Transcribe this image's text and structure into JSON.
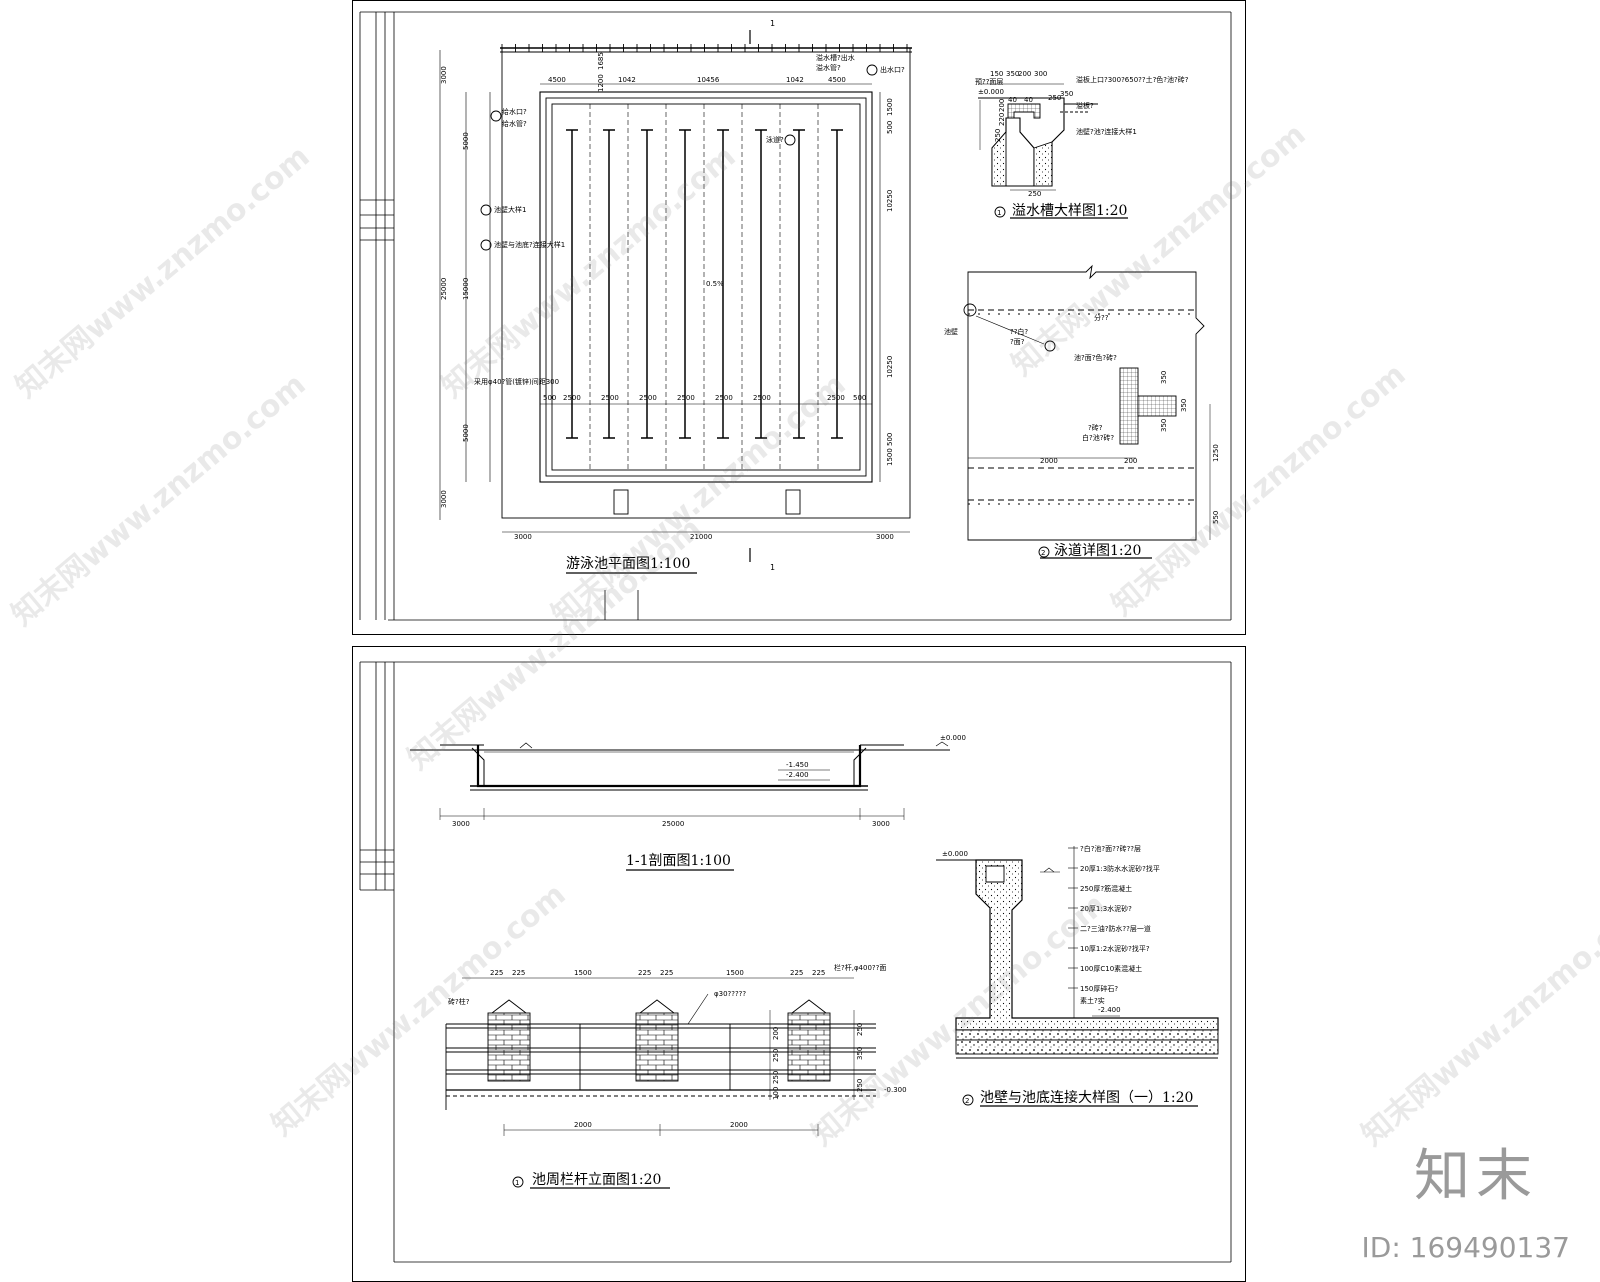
{
  "sheet1": {
    "plan": {
      "title": "游泳池平面图1:100",
      "section_marks": [
        "1",
        "1"
      ],
      "dims_bottom": [
        "3000",
        "21000",
        "3000"
      ],
      "dims_top": [
        "4500",
        "1042",
        "10456",
        "1042",
        "4500"
      ],
      "dims_top_small": [
        "1200",
        "1685"
      ],
      "dims_left": [
        "3000",
        "5000",
        "25000",
        "15000",
        "5000",
        "3000"
      ],
      "dims_right": [
        "1500",
        "500",
        "10250",
        "10250",
        "500",
        "1500"
      ],
      "lane_dims": [
        "500",
        "2500",
        "2500",
        "2500",
        "2500",
        "2500",
        "2500",
        "2500",
        "500"
      ],
      "slope": "0.5%",
      "notes": [
        "溢水槽?出水",
        "溢水管?",
        "出水口?",
        "给水口?",
        "给水管?",
        "池壁大样1",
        "池壁与池底?连接大样1",
        "采用φ40?管(镀锌)间距300",
        "泳道?"
      ]
    },
    "detail1": {
      "title": "溢水槽大样图1:20",
      "marker": "1",
      "dims": [
        "150",
        "350",
        "200",
        "300",
        "40",
        "40",
        "200",
        "220",
        "250",
        "250",
        "350",
        "250"
      ],
      "elev": "±0.000",
      "notes": [
        "预??面层",
        "溢板上口?300?650??土?色?池?砖?",
        "溢板?",
        "池壁?池?连接大样1"
      ]
    },
    "detail2": {
      "title": "泳道详图1:20",
      "marker": "2",
      "dims": [
        "350",
        "350",
        "350",
        "2000",
        "200",
        "1250",
        "550"
      ],
      "notes": [
        "分??",
        "池壁",
        "??白?",
        "?面?",
        "池?面?色?砖?",
        "?砖?",
        "白?池?砖?"
      ]
    }
  },
  "sheet2": {
    "section": {
      "title": "1-1剖面图1:100",
      "dims": [
        "3000",
        "25000",
        "3000"
      ],
      "elevs": [
        "±0.000",
        "-1.450",
        "-2.400"
      ]
    },
    "railing": {
      "title": "池周栏杆立面图1:20",
      "marker": "1",
      "dims_top": [
        "225",
        "225",
        "1500",
        "225",
        "225",
        "1500",
        "225",
        "225"
      ],
      "dims_bottom": [
        "2000",
        "2000"
      ],
      "dims_side": [
        "200",
        "250",
        "250",
        "100",
        "250",
        "350",
        "250"
      ],
      "elev": "-0.300",
      "notes": [
        "砖?柱?",
        "φ30?????",
        "栏?杆,φ400??面"
      ]
    },
    "detail": {
      "title": "池壁与池底连接大样图（一）1:20",
      "marker": "2",
      "elevs": [
        "±0.000",
        "-2.400"
      ],
      "layers": [
        "?白?池?面??砖??层",
        "20厚1:3防水水泥砂?找平",
        "250厚?筋混凝土",
        "20厚1:3水泥砂?",
        "二?三油?防水??层一道",
        "10厚1:2水泥砂?找平?",
        "100厚C10素混凝土",
        "150厚碎石?",
        "素土?实"
      ]
    }
  },
  "watermarks": [
    "知末网www.znzmo.com",
    "知末网www.znzmo.com",
    "知末网www.znzmo.com",
    "知末网www.znzmo.com",
    "知末网www.znzmo.com",
    "知末网www.znzmo.com",
    "知末网www.znzmo.com",
    "知末网www.znzmo.com",
    "知末网www.znzmo.com",
    "知末网www.znzmo.com"
  ],
  "brand": "知末",
  "image_id": "ID: 169490137"
}
